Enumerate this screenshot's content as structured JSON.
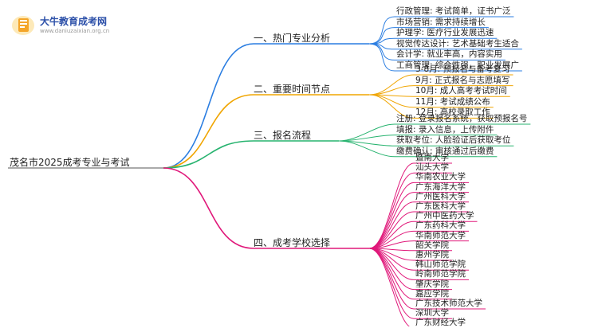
{
  "logo": {
    "name": "大牛教育成考网",
    "url": "www.daniuzaixian.org.cn"
  },
  "root": "茂名市2025成考专业与考试",
  "colors": {
    "branch1": "#2a7de1",
    "branch2": "#f0a500",
    "branch3": "#27b36f",
    "branch4": "#e0187a",
    "root_line": "#555555"
  },
  "branches": [
    {
      "label": "一、热门专业分析",
      "children": [
        "行政管理: 考试简单，证书广泛",
        "市场营销: 需求持续增长",
        "护理学: 医疗行业发展迅速",
        "视觉传达设计: 艺术基础考生适合",
        "会计学: 就业率高，内容实用",
        "工商管理: 综合性强，职业发展广"
      ]
    },
    {
      "label": "二、重要时间节点",
      "children": [
        "3-8月: 预报名与备考复习",
        "9月: 正式报名与志愿填写",
        "10月: 成人高考考试时间",
        "11月: 考试成绩公布",
        "12月: 高校录取工作"
      ]
    },
    {
      "label": "三、报名流程",
      "children": [
        "注册: 登录报名系统，获取预报名号",
        "填报: 录入信息，上传附件",
        "获取考位: 人脸验证后获取考位",
        "缴费确认: 审核通过后缴费"
      ]
    },
    {
      "label": "四、成考学校选择",
      "children": [
        "暨南大学",
        "汕头大学",
        "华南农业大学",
        "广东海洋大学",
        "广州医科大学",
        "广东医科大学",
        "广州中医药大学",
        "广东药科大学",
        "华南师范大学",
        "韶关学院",
        "惠州学院",
        "韩山师范学院",
        "岭南师范学院",
        "肇庆学院",
        "嘉应学院",
        "广东技术师范大学",
        "深圳大学",
        "广东财经大学"
      ]
    }
  ]
}
